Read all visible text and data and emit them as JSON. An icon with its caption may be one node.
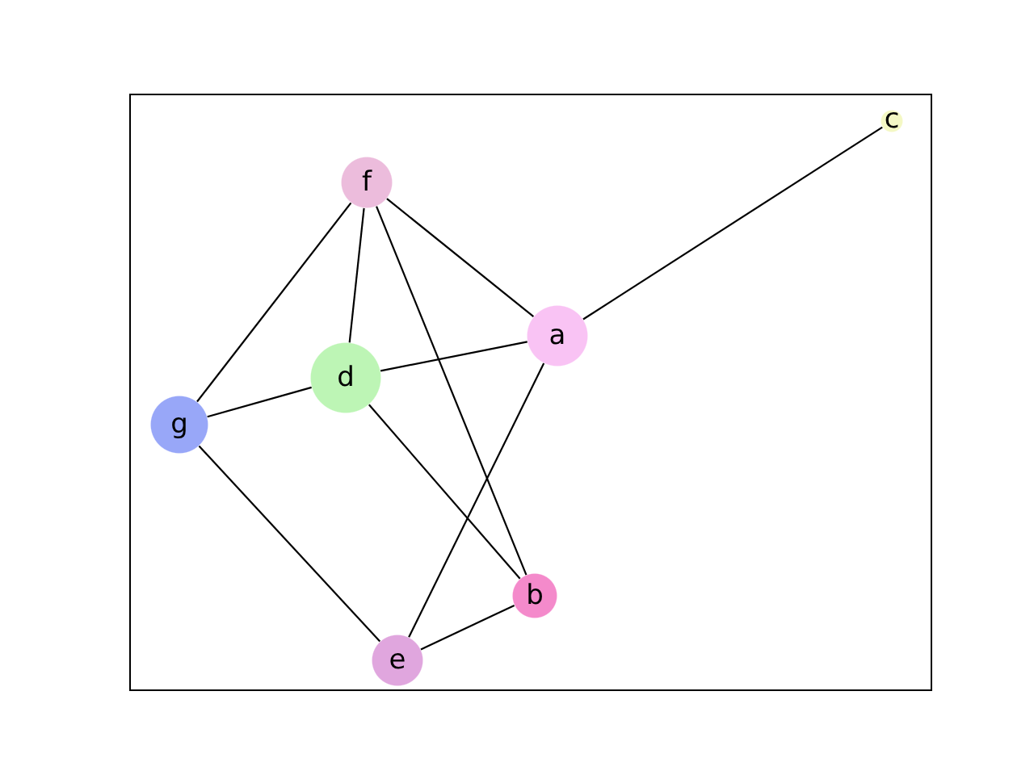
{
  "diagram": {
    "nodes": [
      {
        "text": [
          "c"
        ]
      },
      {
        "text": [
          "f"
        ]
      },
      {
        "text": [
          "a"
        ]
      },
      {
        "text": [
          "d"
        ]
      },
      {
        "text": [
          "g"
        ]
      },
      {
        "text": [
          "b"
        ]
      },
      {
        "text": [
          "e"
        ]
      }
    ],
    "edges": [
      {
        "from": 1,
        "to": 4,
        "arrow": "none"
      },
      {
        "from": 1,
        "to": 3,
        "arrow": "none"
      },
      {
        "from": 1,
        "to": 2,
        "arrow": "none"
      },
      {
        "from": 1,
        "to": 5,
        "arrow": "none"
      },
      {
        "from": 2,
        "to": 0,
        "arrow": "none"
      },
      {
        "from": 2,
        "to": 3,
        "arrow": "none"
      },
      {
        "from": 2,
        "to": 6,
        "arrow": "none"
      },
      {
        "from": 3,
        "to": 4,
        "arrow": "none"
      },
      {
        "from": 3,
        "to": 5,
        "arrow": "none"
      },
      {
        "from": 4,
        "to": 6,
        "arrow": "none"
      },
      {
        "from": 6,
        "to": 5,
        "arrow": "none"
      }
    ]
  }
}
